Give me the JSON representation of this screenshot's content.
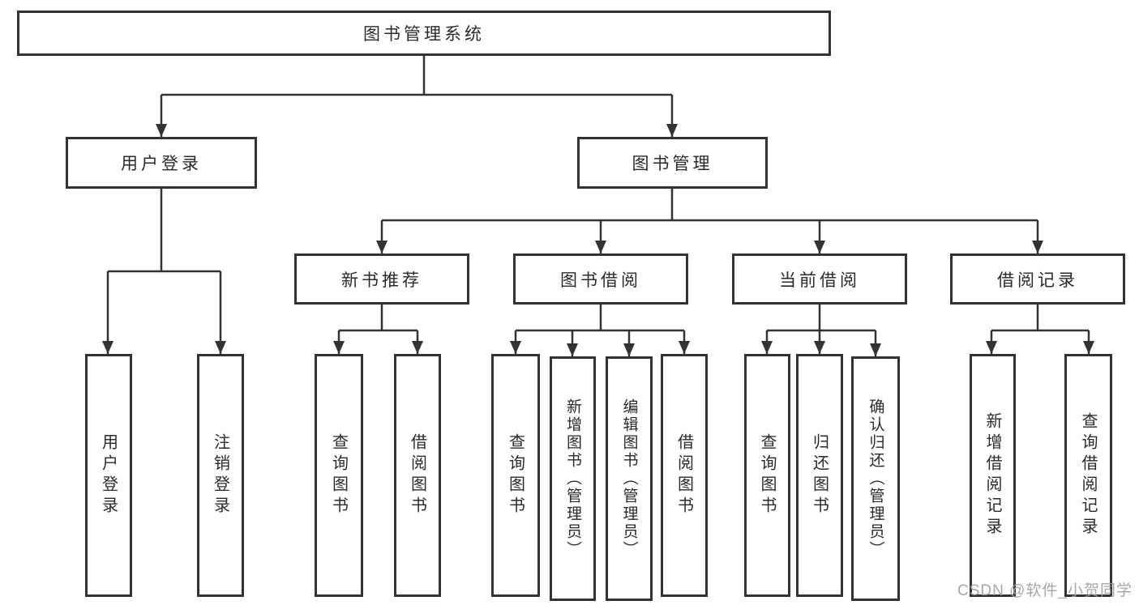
{
  "watermark": "CSDN @软件_小贺同学",
  "colors": {
    "line": "#333333",
    "box_border": "#333333",
    "box_fill": "#ffffff",
    "text": "#2a2a2a",
    "watermark": "#a0a0a0",
    "background": "#ffffff"
  },
  "tree": {
    "root": {
      "label": "图书管理系统",
      "children": [
        {
          "label": "用户登录",
          "children": [
            {
              "label": "用户登录"
            },
            {
              "label": "注销登录"
            }
          ]
        },
        {
          "label": "图书管理",
          "children": [
            {
              "label": "新书推荐",
              "children": [
                {
                  "label": "查询图书"
                },
                {
                  "label": "借阅图书"
                }
              ]
            },
            {
              "label": "图书借阅",
              "children": [
                {
                  "label": "查询图书"
                },
                {
                  "label": "新增图书（管理员）"
                },
                {
                  "label": "编辑图书（管理员）"
                },
                {
                  "label": "借阅图书"
                }
              ]
            },
            {
              "label": "当前借阅",
              "children": [
                {
                  "label": "查询图书"
                },
                {
                  "label": "归还图书"
                },
                {
                  "label": "确认归还（管理员）"
                }
              ]
            },
            {
              "label": "借阅记录",
              "children": [
                {
                  "label": "新增借阅记录"
                },
                {
                  "label": "查询借阅记录"
                }
              ]
            }
          ]
        }
      ]
    }
  }
}
